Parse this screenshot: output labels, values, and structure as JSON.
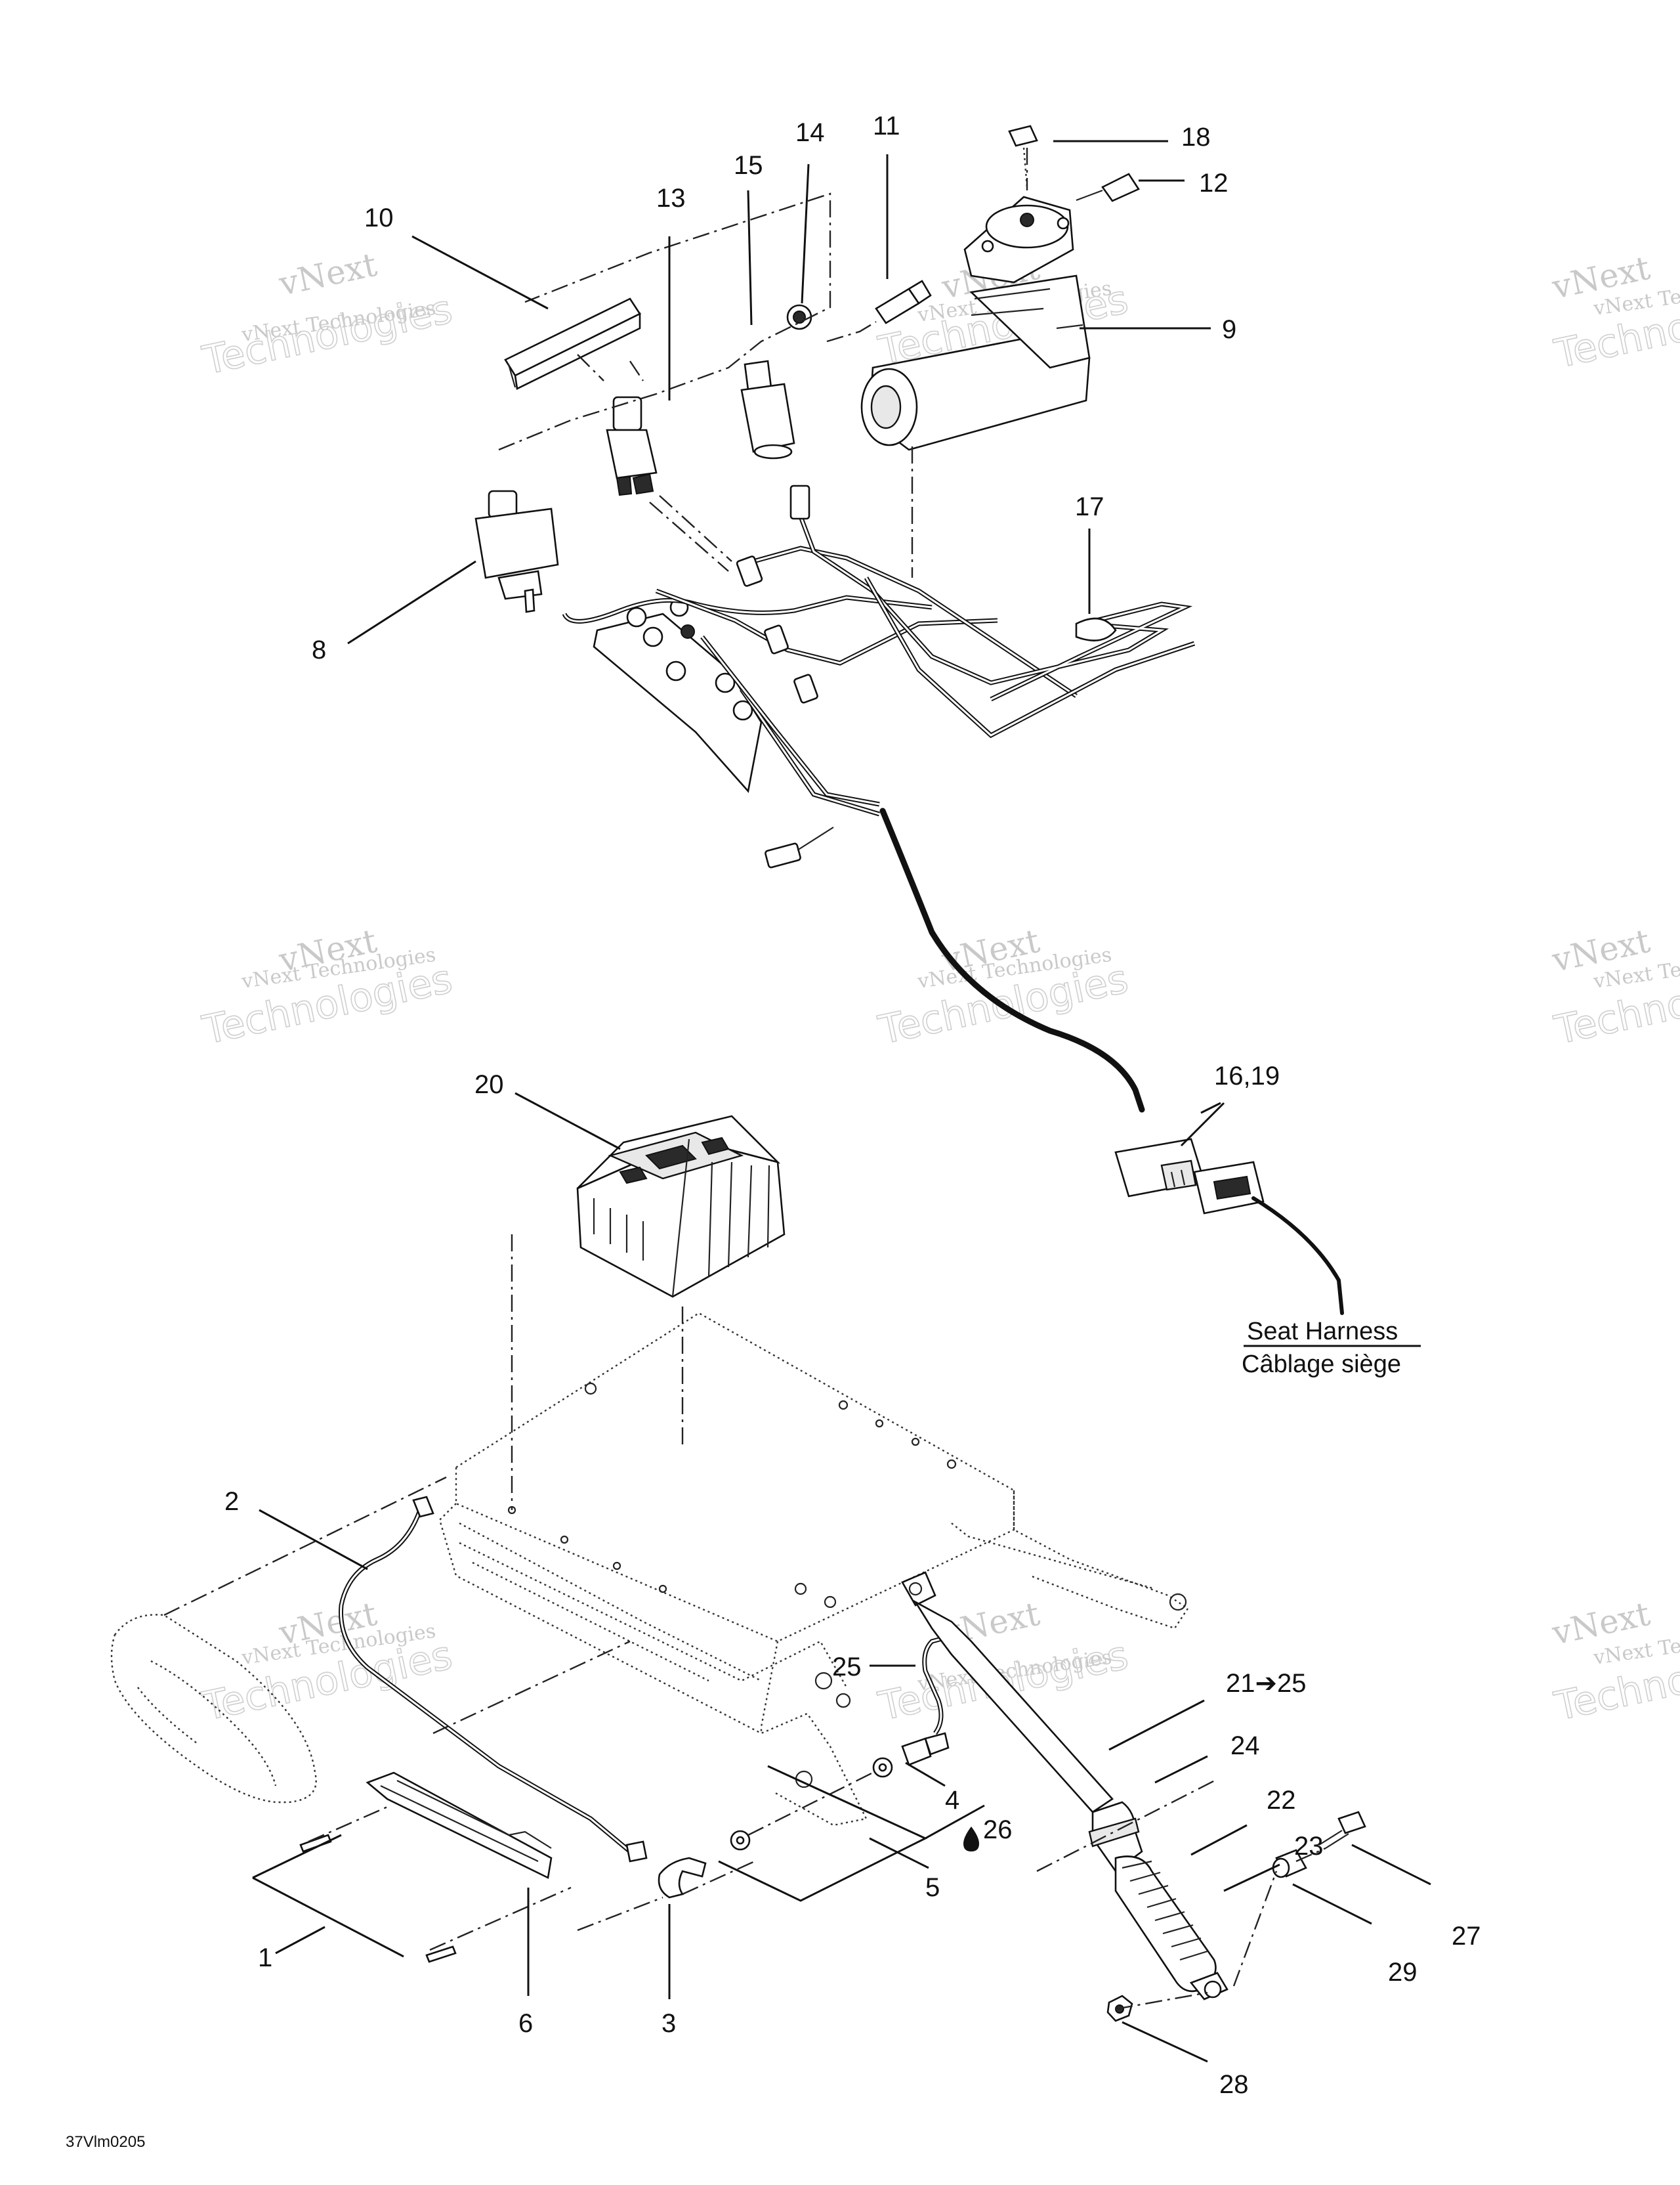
{
  "diagram": {
    "caption_en": "Seat Harness",
    "caption_fr": "Câblage siège",
    "drawing_code": "37Vlm0205",
    "watermark_line1": "vNext",
    "watermark_line2": "vNext Technologies",
    "watermark_line3": "Technologies",
    "callouts": {
      "c1": "1",
      "c2": "2",
      "c3": "3",
      "c4": "4",
      "c5": "5",
      "c6": "6",
      "c8": "8",
      "c9": "9",
      "c10": "10",
      "c11": "11",
      "c12": "12",
      "c13": "13",
      "c14": "14",
      "c15": "15",
      "c16_19": "16,19",
      "c17": "17",
      "c18": "18",
      "c20": "20",
      "c21_25": "21➔25",
      "c22": "22",
      "c23": "23",
      "c24": "24",
      "c25": "25",
      "c26": "26",
      "c27": "27",
      "c28": "28",
      "c29": "29"
    },
    "colors": {
      "ink": "#111111",
      "watermark": "#c9c9c9",
      "background": "#ffffff"
    }
  }
}
